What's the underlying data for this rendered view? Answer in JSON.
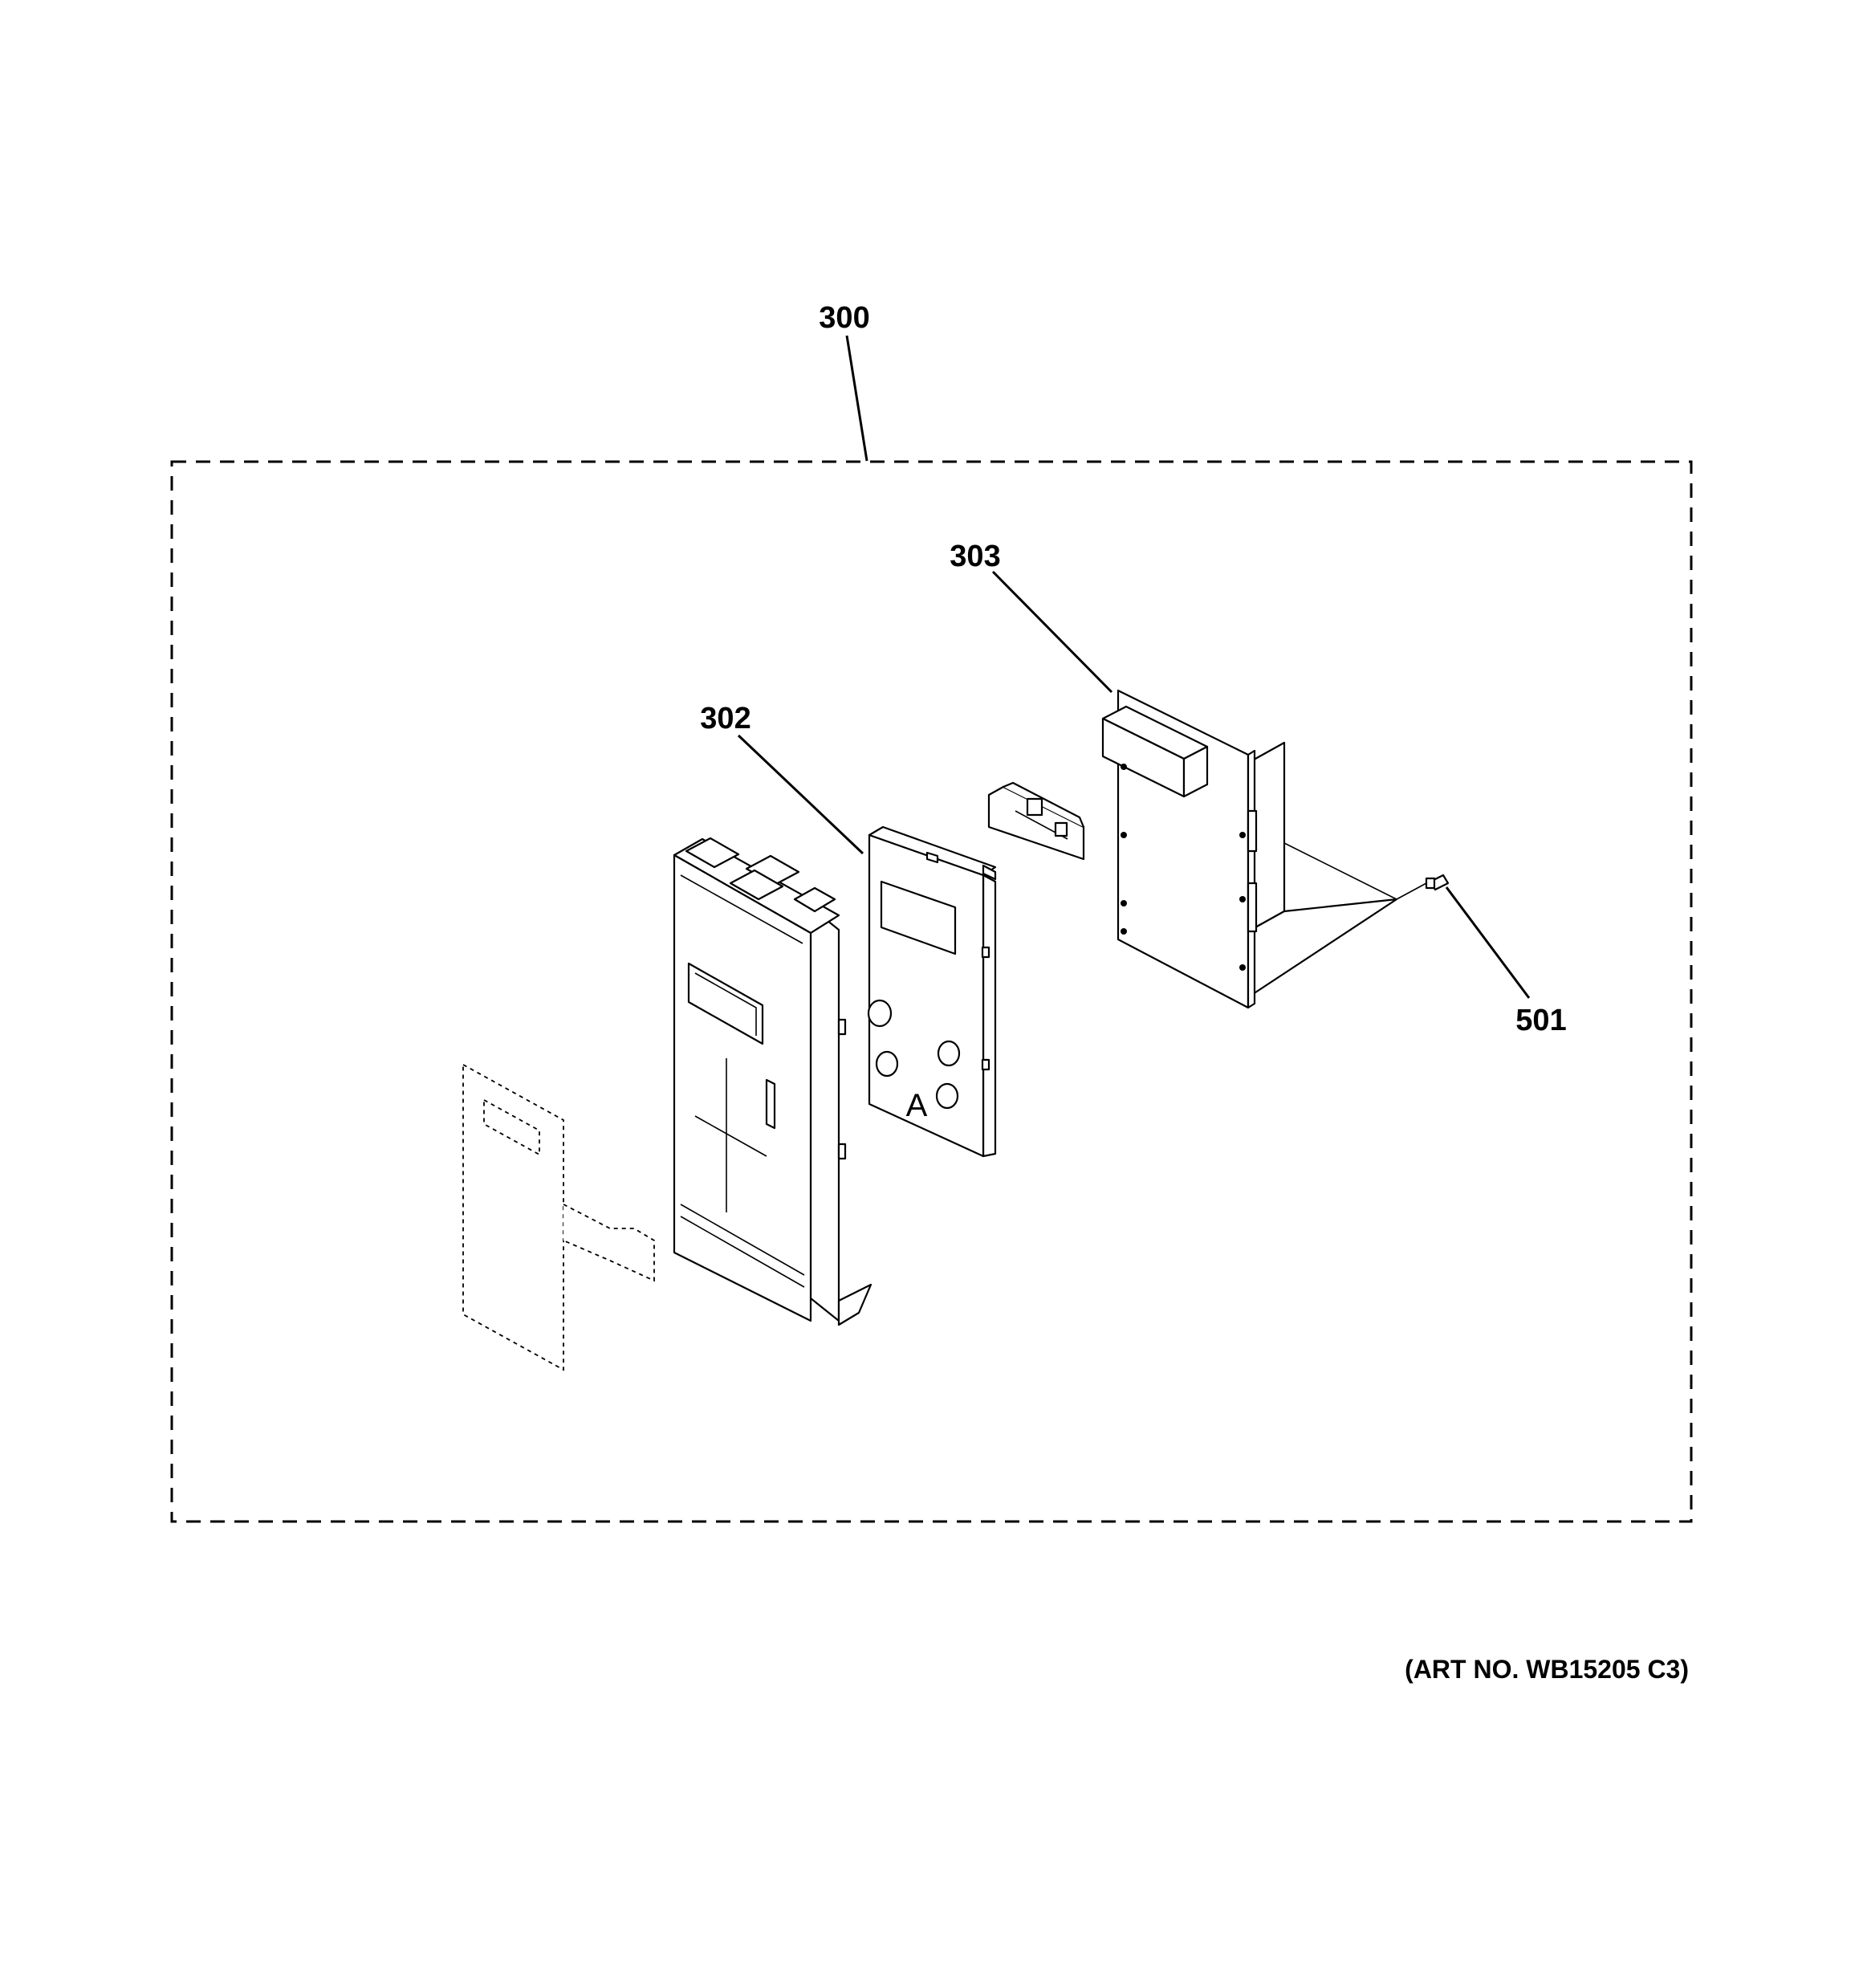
{
  "callouts": {
    "assembly": "300",
    "housing": "302",
    "board": "303",
    "screw": "501"
  },
  "art_number": "(ART NO. WB15205 C3)",
  "lettering": {
    "panel_mark": "A"
  }
}
